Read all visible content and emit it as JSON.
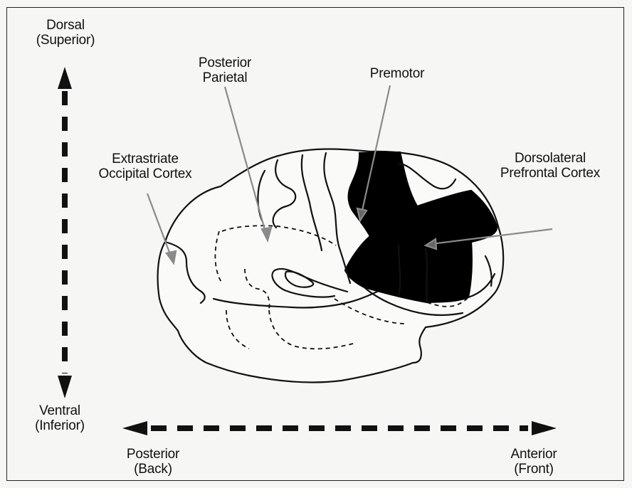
{
  "labels": {
    "dorsal": {
      "line1": "Dorsal",
      "line2": "(Superior)"
    },
    "ventral": {
      "line1": "Ventral",
      "line2": "(Inferior)"
    },
    "posterior": {
      "line1": "Posterior",
      "line2": "(Back)"
    },
    "anterior": {
      "line1": "Anterior",
      "line2": "(Front)"
    },
    "posterior_parietal": {
      "line1": "Posterior",
      "line2": "Parietal"
    },
    "premotor": {
      "line1": "Premotor"
    },
    "extrastriate": {
      "line1": "Extrastriate",
      "line2": "Occipital Cortex"
    },
    "dlpfc": {
      "line1": "Dorsolateral",
      "line2": "Prefrontal Cortex"
    }
  },
  "colors": {
    "ink": "#111111",
    "highlight_region": "#000000",
    "leader_line": "#8a8a8a",
    "background": "#f6f6f4"
  }
}
